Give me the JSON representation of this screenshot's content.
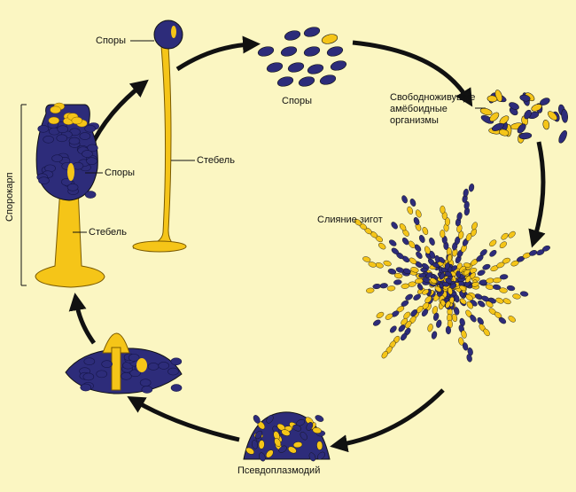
{
  "labels": {
    "spores_top": "Споры",
    "spores_cluster": "Споры",
    "amoeboid": "Свободноживущие\nамёбоидные\nорганизмы",
    "stalk_tall": "Стебель",
    "sporocarp_spores": "Споры",
    "sporocarp_stalk": "Стебель",
    "sporocarp": "Спорокарп",
    "zygote_fusion": "Слияние зигот",
    "pseudoplasmodium": "Псевдоплазмодий"
  },
  "colors": {
    "background": "#fbf6c2",
    "blue": "#2d2c7a",
    "blue_light": "#4a49a6",
    "yellow": "#f5c518",
    "yellow_light": "#f9e27a",
    "arrow": "#111111"
  }
}
